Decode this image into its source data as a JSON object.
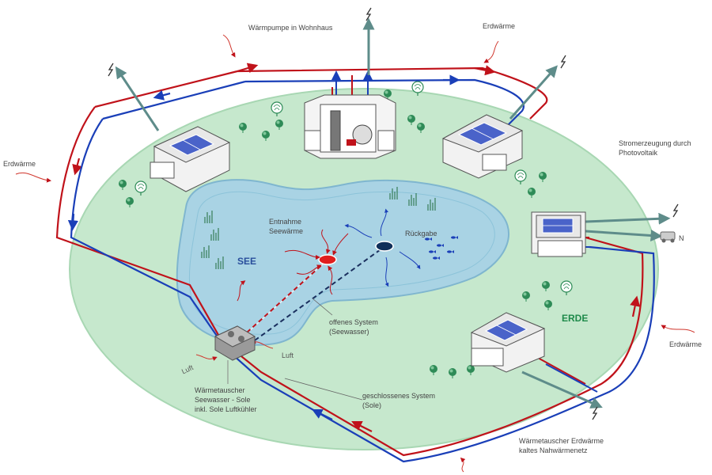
{
  "labels": {
    "heat_pump": "Wärmpumpe in Wohnhaus",
    "geothermal_top": "Erdwärme",
    "geothermal_left": "Erdwärme",
    "geothermal_right": "Erdwärme",
    "pv_line1": "Stromerzeugung durch",
    "pv_line2": "Photovoltaik",
    "lake": "SEE",
    "extraction_line1": "Entnahme",
    "extraction_line2": "Seewärme",
    "return": "Rückgabe",
    "open_system_line1": "offenes System",
    "open_system_line2": "(Seewasser)",
    "air_left": "Luft",
    "air_right": "Luft",
    "hx_line1": "Wärmetauscher",
    "hx_line2": "Seewasser - Sole",
    "hx_line3": "inkl. Sole Luftkühler",
    "closed_system_line1": "geschlossenes System",
    "closed_system_line2": "(Sole)",
    "earth": "ERDE",
    "network_line1": "Wärmetauscher Erdwärme",
    "network_line2": "kaltes Nahwärmenetz",
    "ev_symbol": "N"
  },
  "colors": {
    "ground": "#c6e8cd",
    "lake": "#a9d3e4",
    "pipe_warm": "#c0121a",
    "pipe_cold": "#1a3fb8",
    "power_arrow": "#5e8c8a",
    "solar": "#4a63c9"
  },
  "icons": [
    "lightning-icon",
    "tree-icon",
    "fish-icon",
    "reed-icon",
    "heat-squiggle-icon",
    "car-icon",
    "solar-panel-icon"
  ]
}
